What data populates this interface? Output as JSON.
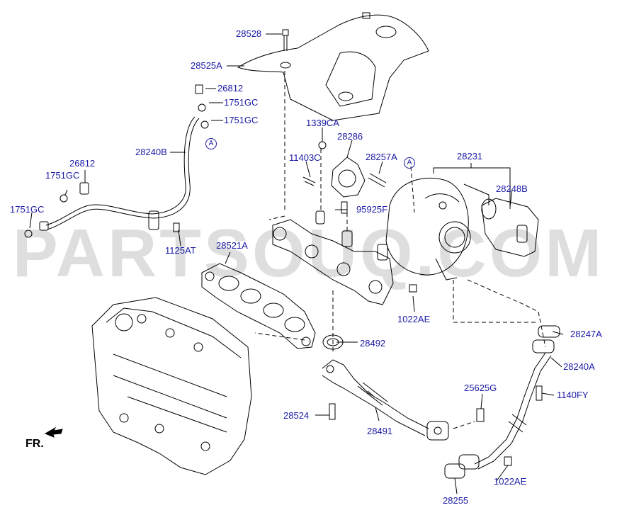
{
  "diagram": {
    "watermark": "PARTSOUQ.COM",
    "direction_label": "FR.",
    "ring_marker": "A",
    "parts": {
      "p28528": "28528",
      "p28525A": "28525A",
      "p26812_top": "26812",
      "p1751GC_a": "1751GC",
      "p1751GC_b": "1751GC",
      "p28240B": "28240B",
      "p26812_left": "26812",
      "p1751GC_c": "1751GC",
      "p1751GC_d": "1751GC",
      "p1125AT": "1125AT",
      "p1339CA": "1339CA",
      "p28286": "28286",
      "p11403C": "11403C",
      "p28257A": "28257A",
      "p28231": "28231",
      "p28248B": "28248B",
      "p95925F": "95925F",
      "p28521A": "28521A",
      "p1022AE_a": "1022AE",
      "p28492": "28492",
      "p28247A": "28247A",
      "p28240A": "28240A",
      "p25625G": "25625G",
      "p1140FY": "1140FY",
      "p28524": "28524",
      "p28491": "28491",
      "p1022AE_b": "1022AE",
      "p28255": "28255"
    }
  }
}
